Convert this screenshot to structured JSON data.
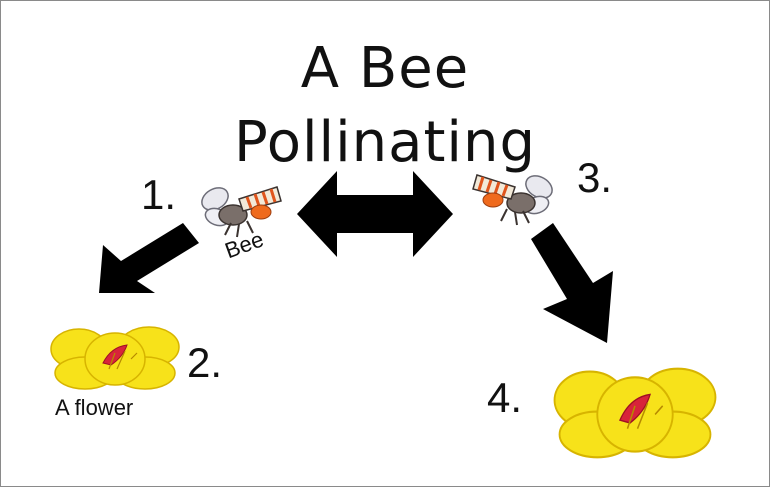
{
  "title": {
    "line1": "A Bee",
    "line2": "Pollinating"
  },
  "steps": {
    "step1": "1.",
    "step2": "2.",
    "step3": "3.",
    "step4": "4."
  },
  "labels": {
    "bee": "Bee",
    "flower": "A flower"
  },
  "colors": {
    "arrow": "#000000",
    "flower_petal": "#f7e21a",
    "flower_center": "#d8243a",
    "bee_body": "#7a6f6a",
    "bee_stripes": "#e0551c",
    "pollen": "#ef6a1d"
  },
  "icons": [
    "bee-icon",
    "flower-icon",
    "double-arrow-icon",
    "down-left-arrow-icon",
    "down-right-arrow-icon"
  ]
}
